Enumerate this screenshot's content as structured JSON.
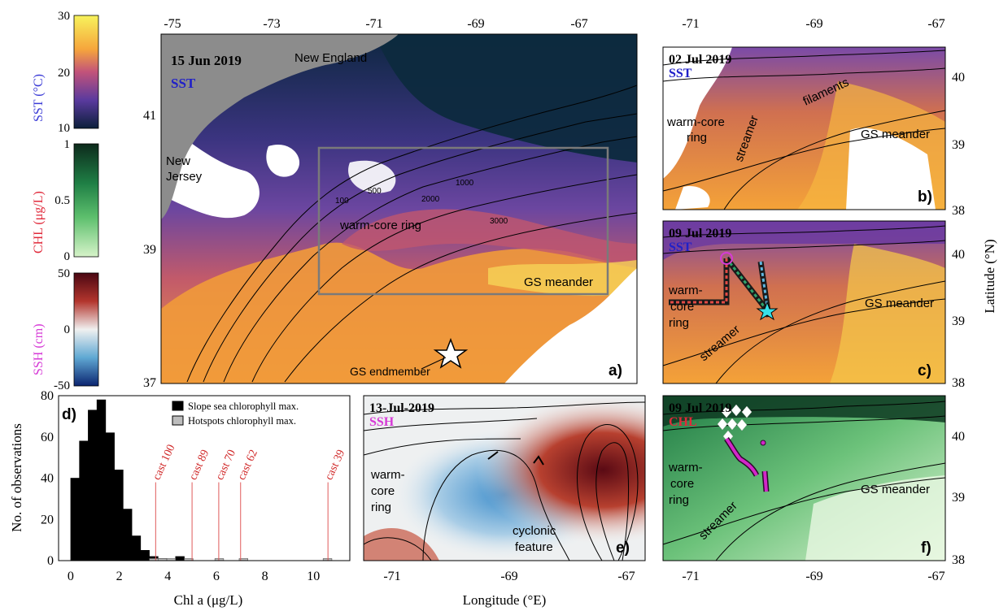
{
  "colorbars": [
    {
      "label": "SST (°C)",
      "label_color": "#3b3bd6",
      "ticks": [
        "30",
        "20",
        "10"
      ],
      "stops": [
        "#f7f35c",
        "#f6a53c",
        "#c2537a",
        "#5a3a9e",
        "#0b1f3a"
      ]
    },
    {
      "label": "CHL (μg/L)",
      "label_color": "#e0293a",
      "ticks": [
        "1",
        "0.5",
        "0"
      ],
      "stops": [
        "#0d2a1c",
        "#1f7f45",
        "#5dbf6d",
        "#d6f3c9"
      ]
    },
    {
      "label": "SSH (cm)",
      "label_color": "#d63ad6",
      "ticks": [
        "50",
        "0",
        "-50"
      ],
      "stops": [
        "#4a0712",
        "#b3352d",
        "#f0f0f0",
        "#5fa8d3",
        "#0b2470"
      ]
    }
  ],
  "map_a": {
    "letter": "a)",
    "date": "15 Jun 2019",
    "var": "SST",
    "var_color": "#2020c8",
    "x_ticks": [
      "-75",
      "-73",
      "-71",
      "-69",
      "-67"
    ],
    "y_ticks": [
      "41",
      "39",
      "37"
    ],
    "labels": {
      "new_england": "New England",
      "new_jersey_1": "New",
      "new_jersey_2": "Jersey",
      "wcr": "warm-core ring",
      "gs": "GS meander",
      "endmember": "GS endmember"
    },
    "contour_labels": [
      "100",
      "500",
      "1000",
      "2000",
      "3000"
    ]
  },
  "map_b": {
    "letter": "b)",
    "date": "02 Jul 2019",
    "var": "SST",
    "var_color": "#2020c8",
    "labels": {
      "wcr_1": "warm-core",
      "wcr_2": "ring",
      "streamer": "streamer",
      "filaments": "filaments",
      "gs": "GS meander"
    }
  },
  "map_c": {
    "letter": "c)",
    "date": "09 Jul 2019",
    "var": "SST",
    "var_color": "#2020c8",
    "labels": {
      "wcr_1": "warm-",
      "wcr_2": "core",
      "wcr_3": "ring",
      "streamer": "streamer",
      "gs": "GS meander"
    }
  },
  "map_e": {
    "letter": "e)",
    "date": "13-Jul-2019",
    "var": "SSH",
    "var_color": "#d63ad6",
    "x_ticks": [
      "-71",
      "-69",
      "-67"
    ],
    "labels": {
      "wcr_1": "warm-",
      "wcr_2": "core",
      "wcr_3": "ring",
      "cyc_1": "cyclonic",
      "cyc_2": "feature"
    }
  },
  "map_f": {
    "letter": "f)",
    "date": "09 Jul 2019",
    "var": "CHL",
    "var_color": "#e0293a",
    "x_ticks": [
      "-71",
      "-69",
      "-67"
    ],
    "labels": {
      "wcr_1": "warm-",
      "wcr_2": "core",
      "wcr_3": "ring",
      "streamer": "streamer",
      "gs": "GS meander"
    }
  },
  "right_axis": {
    "b_ticks": [
      "40",
      "39",
      "38"
    ],
    "c_ticks": [
      "40",
      "39",
      "38"
    ],
    "f_ticks": [
      "40",
      "39",
      "38"
    ],
    "top_ticks": [
      "-71",
      "-69",
      "-67"
    ],
    "label": "Latitude (°N)"
  },
  "shared_xlabel": "Longitude (°E)",
  "chart_data": {
    "type": "bar",
    "letter": "d)",
    "xlabel": "Chl a (μg/L)",
    "ylabel": "No. of observations",
    "xlim": [
      -0.5,
      11.5
    ],
    "ylim": [
      0,
      80
    ],
    "x_ticks": [
      "0",
      "2",
      "4",
      "6",
      "8",
      "10"
    ],
    "y_ticks": [
      "0",
      "20",
      "40",
      "60",
      "80"
    ],
    "bin_width": 0.36,
    "series": [
      {
        "name": "Slope sea chlorophyll max.",
        "color": "#000000",
        "bins": [
          [
            0.0,
            40
          ],
          [
            0.36,
            58
          ],
          [
            0.72,
            73
          ],
          [
            1.08,
            78
          ],
          [
            1.44,
            62
          ],
          [
            1.8,
            44
          ],
          [
            2.16,
            25
          ],
          [
            2.52,
            12
          ],
          [
            2.88,
            5
          ],
          [
            3.24,
            2
          ],
          [
            3.6,
            1
          ],
          [
            4.32,
            2
          ]
        ]
      },
      {
        "name": "Hotspots chlorophyll max.",
        "color": "#bdbdbd",
        "bins": [
          [
            3.24,
            1
          ],
          [
            3.6,
            1
          ],
          [
            3.96,
            1
          ],
          [
            4.68,
            1
          ],
          [
            5.94,
            1
          ],
          [
            6.94,
            1
          ],
          [
            10.4,
            1
          ]
        ]
      }
    ],
    "casts": [
      {
        "label": "cast 100",
        "x": 3.5
      },
      {
        "label": "cast 89",
        "x": 5.0
      },
      {
        "label": "cast 70",
        "x": 6.1
      },
      {
        "label": "cast 62",
        "x": 7.0
      },
      {
        "label": "cast 39",
        "x": 10.6
      }
    ]
  }
}
